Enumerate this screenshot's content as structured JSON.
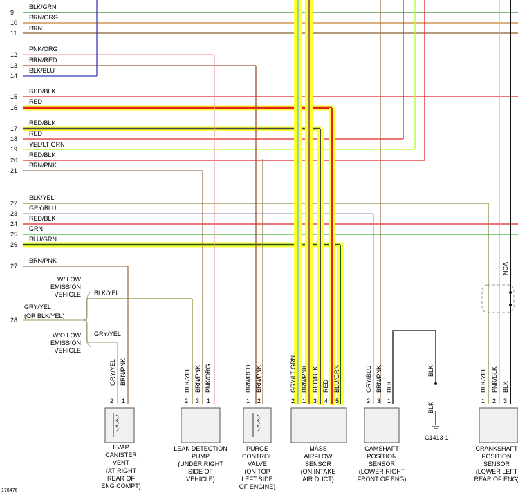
{
  "pins": [
    {
      "n": "9",
      "label": "BLK/GRN"
    },
    {
      "n": "10",
      "label": "BRN/ORG"
    },
    {
      "n": "11",
      "label": "BRN"
    },
    {
      "n": "12",
      "label": "PNK/ORG"
    },
    {
      "n": "13",
      "label": "BRN/RED"
    },
    {
      "n": "14",
      "label": "BLK/BLU"
    },
    {
      "n": "15",
      "label": "RED/BLK"
    },
    {
      "n": "16",
      "label": "RED"
    },
    {
      "n": "17",
      "label": "RED/BLK"
    },
    {
      "n": "18",
      "label": "RED"
    },
    {
      "n": "19",
      "label": "YEL/LT GRN"
    },
    {
      "n": "20",
      "label": "RED/BLK"
    },
    {
      "n": "21",
      "label": "BRN/PNK"
    },
    {
      "n": "22",
      "label": "BLK/YEL"
    },
    {
      "n": "23",
      "label": "GRY/BLU"
    },
    {
      "n": "24",
      "label": "RED/BLK"
    },
    {
      "n": "25",
      "label": "GRN"
    },
    {
      "n": "26",
      "label": "BLU/GRN"
    },
    {
      "n": "27",
      "label": "BRN/PNK"
    },
    {
      "n": "28",
      "label": "GRY/YEL"
    }
  ],
  "pin28_alt": "(OR BLK/YEL)",
  "low_emission": [
    "W/ LOW",
    "EMISSION",
    "VEHICLE"
  ],
  "no_low_emission": [
    "W/O LOW",
    "EMISSION",
    "VEHICLE"
  ],
  "branch_blk_yel": "BLK/YEL",
  "branch_gry_yel": "GRY/YEL",
  "nca": "NCA",
  "ground": "C1413-1",
  "ground_wire": "BLK",
  "figure_id": "178476",
  "components": [
    {
      "key": "evap",
      "lines": [
        "EVAP",
        "CANISTER",
        "VENT",
        "(AT RIGHT",
        "REAR OF",
        "ENG COMPT)"
      ],
      "pins": [
        {
          "n": "2",
          "w": "GRY/YEL"
        },
        {
          "n": "1",
          "w": "BRN/PNK"
        }
      ]
    },
    {
      "key": "leak",
      "lines": [
        "LEAK DETECTION",
        "PUMP",
        "(UNDER RIGHT",
        "SIDE OF",
        "VEHICLE)"
      ],
      "pins": [
        {
          "n": "2",
          "w": "BLK/YEL"
        },
        {
          "n": "3",
          "w": "BRN/PNK"
        },
        {
          "n": "1",
          "w": "PNK/ORG"
        }
      ]
    },
    {
      "key": "purge",
      "lines": [
        "PURGE",
        "CONTROL",
        "VALVE",
        "(ON TOP",
        "LEFT SIDE",
        "OF ENGINE)"
      ],
      "pins": [
        {
          "n": "1",
          "w": "BRN/RED"
        },
        {
          "n": "2",
          "w": "BRN/PNK"
        }
      ]
    },
    {
      "key": "maf",
      "lines": [
        "MASS",
        "AIRFLOW",
        "SENSOR",
        "(ON INTAKE",
        "AIR DUCT)"
      ],
      "pins": [
        {
          "n": "2",
          "w": "GRY/LT GRN"
        },
        {
          "n": "1",
          "w": "BRN/PNK"
        },
        {
          "n": "3",
          "w": "RED/BLK"
        },
        {
          "n": "4",
          "w": "RED"
        },
        {
          "n": "5",
          "w": "BLU/GRN"
        }
      ]
    },
    {
      "key": "cam",
      "lines": [
        "CAMSHAFT",
        "POSITION",
        "SENSOR",
        "(LOWER RIGHT",
        "FRONT OF ENG)"
      ],
      "pins": [
        {
          "n": "2",
          "w": "GRY/BLU"
        },
        {
          "n": "3",
          "w": "BRN/PNK"
        },
        {
          "n": "1",
          "w": "BLK"
        }
      ]
    },
    {
      "key": "crank",
      "lines": [
        "CRANKSHAFT",
        "POSITION",
        "SENSOR",
        "(LOWER LEFT",
        "REAR OF ENG)"
      ],
      "pins": [
        {
          "n": "1",
          "w": "BLK/YEL"
        },
        {
          "n": "2",
          "w": "PNK/BLK"
        },
        {
          "n": "3",
          "w": "BLK"
        }
      ]
    }
  ]
}
